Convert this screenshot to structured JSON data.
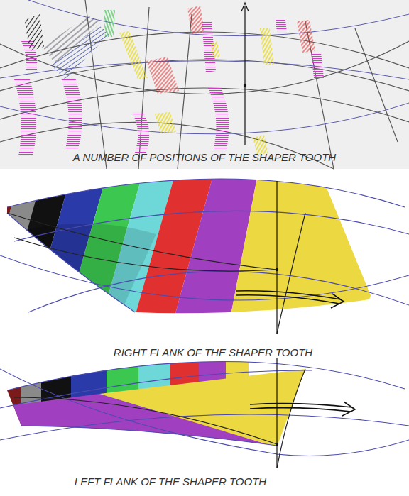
{
  "diagram": {
    "labels": [
      "A NUMBER OF POSITIONS OF THE SHAPER TOOTH",
      "RIGHT FLANK OF THE SHAPER TOOTH",
      "LEFT FLANK OF THE SHAPER TOOTH"
    ]
  }
}
